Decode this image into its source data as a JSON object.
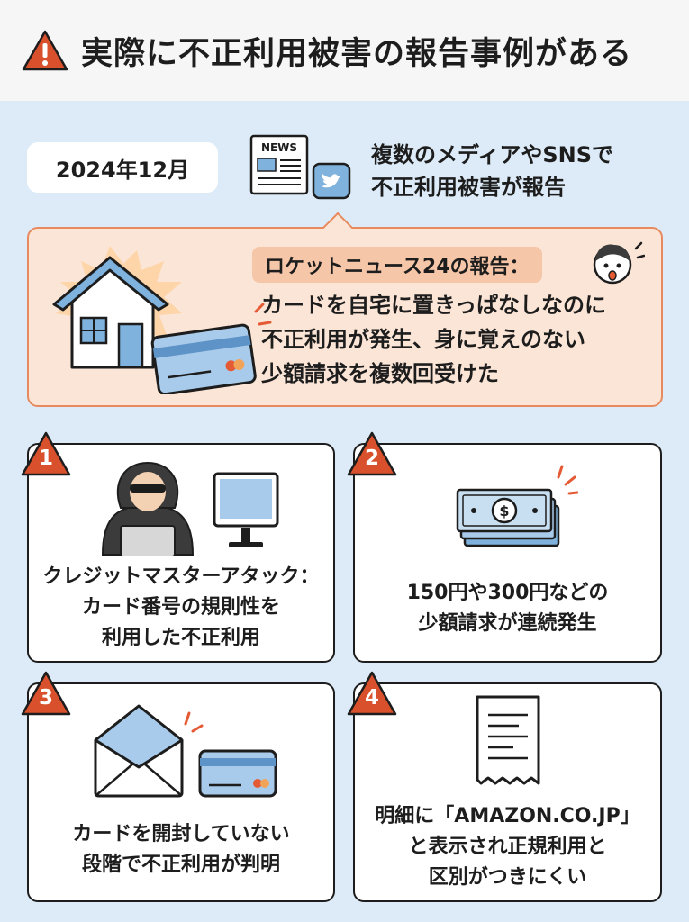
{
  "header": {
    "title": "実際に不正利用被害の報告事例がある",
    "icon": "warning-icon"
  },
  "timeline": {
    "date": "2024年12月",
    "news_icon_label": "NEWS",
    "media_lines": [
      "複数のメディアやSNSで",
      "不正利用被害が報告"
    ]
  },
  "report": {
    "label": "ロケットニュース24の報告：",
    "lines": [
      "カードを自宅に置きっぱなしなのに",
      "不正利用が発生、身に覚えのない",
      "少額請求を複数回受けた"
    ]
  },
  "cases": [
    {
      "number": "1",
      "lines": [
        "クレジットマスターアタック：",
        "カード番号の規則性を",
        "利用した不正利用"
      ],
      "icon": "hacker-icon"
    },
    {
      "number": "2",
      "lines": [
        "150円や300円などの",
        "少額請求が連続発生"
      ],
      "icon": "money-icon"
    },
    {
      "number": "3",
      "lines": [
        "カードを開封していない",
        "段階で不正利用が判明"
      ],
      "icon": "envelope-icon"
    },
    {
      "number": "4",
      "lines": [
        "明細に「AMAZON.CO.JP」",
        "と表示され正規利用と",
        "区別がつきにくい"
      ],
      "icon": "receipt-icon"
    }
  ],
  "colors": {
    "accent": "#d9512c",
    "background": "#dcebf7",
    "report_bg": "#fbe5d6",
    "card_blue": "#7fb2dd"
  }
}
